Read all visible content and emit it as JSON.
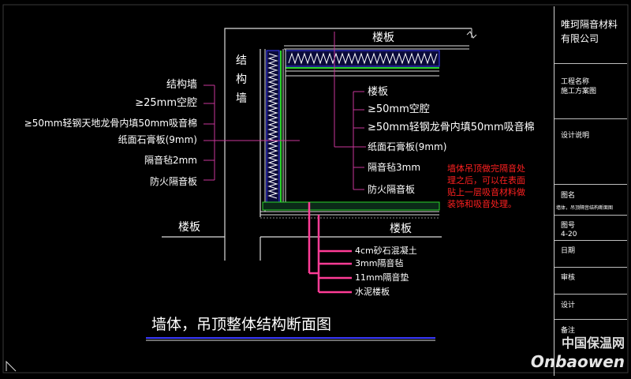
{
  "company": {
    "name_line1": "唯珂隔音材料",
    "name_line2": "有限公司"
  },
  "sidebar": {
    "project_label": "工程名称",
    "project_value": "施工方案图",
    "design_notes_label": "设计说明",
    "drawing_name_label": "图名",
    "drawing_name_value": "墙体，吊顶隔音结构断面图",
    "drawing_no_label": "图号",
    "drawing_no_value": "4-20",
    "date_label": "日期",
    "review_label": "审核",
    "design_label": "设计",
    "notes_label": "备注"
  },
  "labels": {
    "floor_top": "楼板",
    "floor_left": "楼板",
    "floor_right": "楼板",
    "wall_vertical": [
      "结",
      "构",
      "墙"
    ],
    "left_layers": [
      "结构墙",
      "≥25mm空腔",
      "≥50mm轻钢天地龙骨内填50mm吸音棉",
      "纸面石膏板(9mm)",
      "隔音毡2mm",
      "防火隔音板"
    ],
    "right_layers": [
      "楼板",
      "≥50mm空腔",
      "≥50mm轻钢龙骨内填50mm吸音棉",
      "纸面石膏板(9mm)",
      "隔音毡3mm",
      "防火隔音板"
    ],
    "floor_layers": [
      "4cm砂石混凝土",
      "3mm隔音毡",
      "11mm隔音垫",
      "水泥楼板"
    ]
  },
  "note_red": [
    "墙体吊顶做完隔音处",
    "理之后，可以在表面",
    "贴上一层吸音材料做",
    "装饰和吸音处理。"
  ],
  "drawing_title": "墙体，吊顶整体结构断面图",
  "watermark": {
    "cn": "中国保温网",
    "en": "Onbaowen"
  },
  "colors": {
    "magenta": "#c8369a",
    "green": "#2bd42b",
    "blue": "#3a3aff",
    "pink_leader": "#ff3c96",
    "red_note": "#ff2020"
  }
}
